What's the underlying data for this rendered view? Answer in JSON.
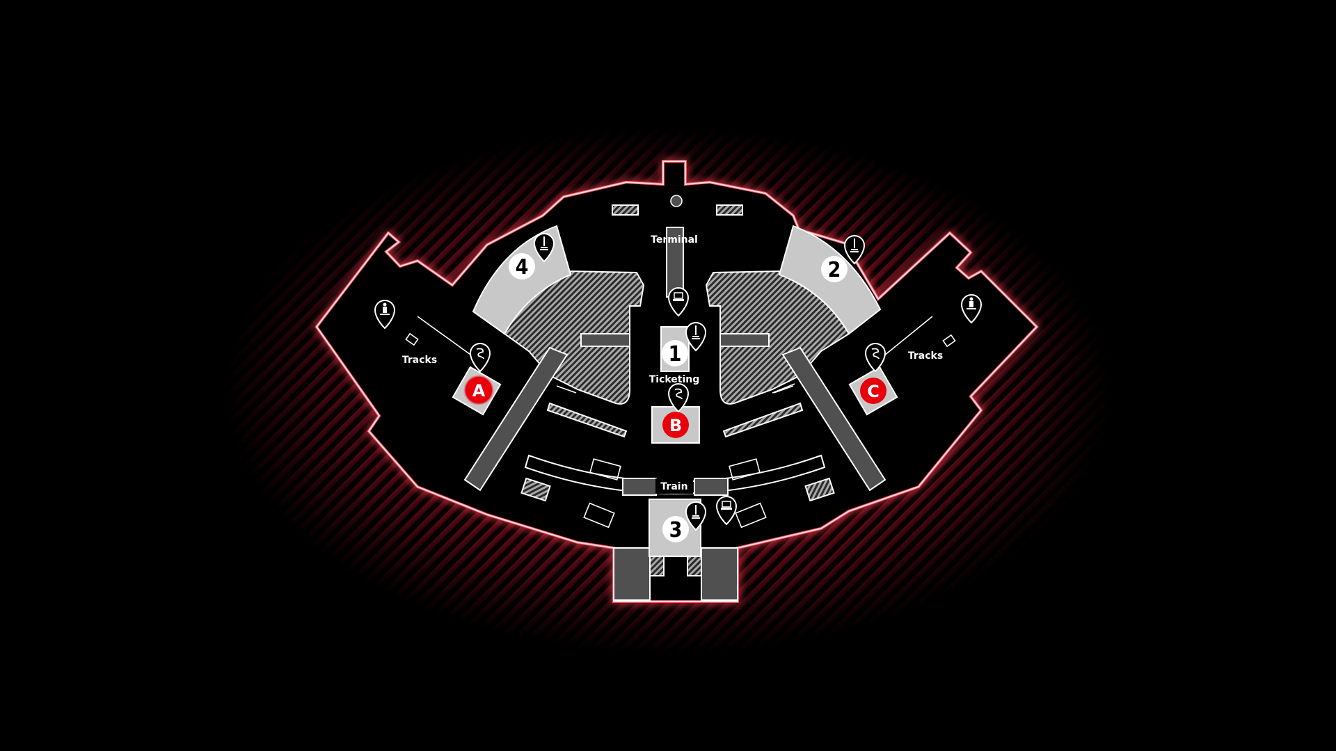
{
  "map": {
    "colors": {
      "background": "#000000",
      "stripe_accent": "#7a0f1c",
      "outline_glow": "#ff3b4e",
      "outline": "#f5d6d9",
      "floor": "#000000",
      "light_zone": "#c8c8c8",
      "dark_zone": "#505050",
      "hatch": "#9a9a9a",
      "site_marker": "#e8000b"
    },
    "area_labels": {
      "terminal": "Terminal",
      "ticketing": "Ticketing",
      "train": "Train",
      "tracks_left": "Tracks",
      "tracks_right": "Tracks"
    },
    "sites": {
      "a": "A",
      "b": "B",
      "c": "C"
    },
    "spawns": {
      "one": "1",
      "two": "2",
      "three": "3",
      "four": "4"
    },
    "markers": [
      {
        "icon": "fountain-icon",
        "near": "4"
      },
      {
        "icon": "fountain-icon",
        "near": "2"
      },
      {
        "icon": "fountain-icon",
        "near": "1"
      },
      {
        "icon": "fountain-icon",
        "near": "3"
      },
      {
        "icon": "laptop-icon",
        "near": "Terminal"
      },
      {
        "icon": "laptop-icon",
        "near": "Train"
      },
      {
        "icon": "dragon-icon",
        "near": "A"
      },
      {
        "icon": "dragon-icon",
        "near": "Ticketing"
      },
      {
        "icon": "dragon-icon",
        "near": "C"
      },
      {
        "icon": "statue-icon",
        "near": "Tracks left"
      },
      {
        "icon": "statue-icon",
        "near": "Tracks right"
      }
    ]
  }
}
